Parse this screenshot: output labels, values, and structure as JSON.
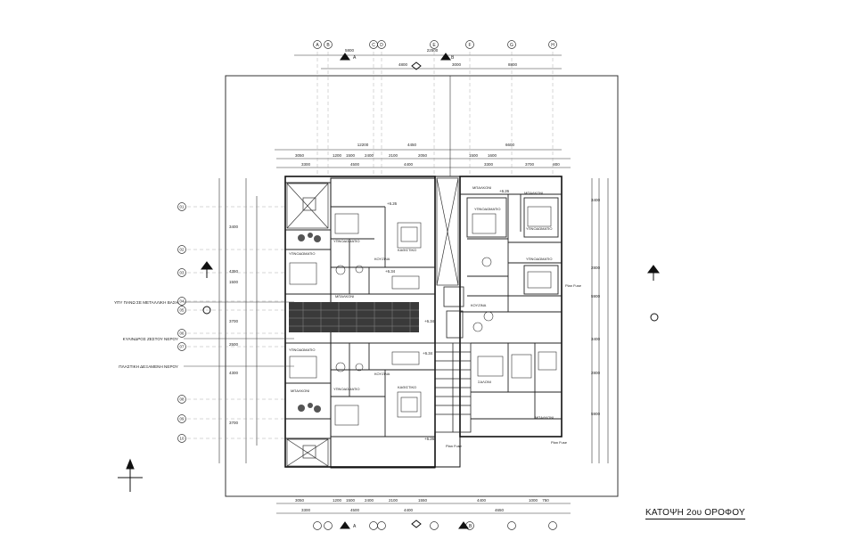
{
  "drawing": {
    "title": "ΚΑΤΟΨΗ 2ου ΟΡΟΦΟΥ",
    "grid_columns": [
      "A",
      "B",
      "C",
      "D",
      "E",
      "F",
      "G",
      "H"
    ],
    "grid_rows": [
      "01",
      "02",
      "03",
      "04",
      "05",
      "06",
      "07",
      "08",
      "09",
      "10"
    ],
    "section_marks": [
      "A",
      "A",
      "B",
      "B"
    ],
    "side_notes": [
      "ΥΠΥ ΠΑΝΩ ΣΕ ΜΕΤΑΛΛΙΚΗ ΒΑΣΗ",
      "ΚΥΛΙΝΔΡΟΣ ΖΕΣΤΟΥ ΝΕΡΟΥ",
      "ΠΛΑΣΤΙΚΗ ΔΕΞΑΜΕΝΗ ΝΕΡΟΥ"
    ],
    "top_dims": [
      "5800",
      "22500",
      "4800",
      "3000",
      "8800",
      "12200",
      "4450",
      "6600"
    ],
    "top_dims2": [
      "3050",
      "1200",
      "1500",
      "2400",
      "2100",
      "2050",
      "1500",
      "1600"
    ],
    "top_dims3": [
      "3300",
      "4500",
      "4400",
      "3300",
      "3700",
      "800"
    ],
    "bottom_dims": [
      "3050",
      "1200",
      "1500",
      "2400",
      "2100",
      "1550",
      "4400",
      "1000",
      "750"
    ],
    "bottom_dims2": [
      "3300",
      "4500",
      "4400",
      "4650"
    ],
    "left_dims": [
      "3400",
      "4350",
      "1500",
      "3700",
      "2500",
      "4300",
      "3700"
    ],
    "right_dims": [
      "3400",
      "2800",
      "5900",
      "3400",
      "2800",
      "5900"
    ],
    "room_labels": [
      "ΥΠΝΟΔΩΜΑΤΙΟ",
      "ΥΠΝΟΔΩΜΑΤΙΟ",
      "ΚΟΥΖΙΝΑ",
      "ΚΑΘΙΣΤΙΚΟ",
      "ΜΠΑΛΚΟΝΙ",
      "ΜΠΑΛΚΟΝΙ",
      "ΥΠΝΟΔΩΜΑΤΙΟ",
      "ΥΠΝΟΔΩΜΑΤΙΟ",
      "ΚΟΥΖΙΝΑ",
      "ΚΑΘΙΣΤΙΚΟ",
      "ΥΠΝΟΔΩΜΑΤΙΟ",
      "ΥΠΝΟΔΩΜΑΤΙΟ",
      "ΥΠΝΟΔΩΜΑΤΙΟ",
      "ΚΟΥΖΙΝΑ",
      "ΣΑΛΟΝΙ",
      "ΜΠΑΛΚΟΝΙ",
      "ΜΠΑΛΚΟΝΙ",
      "ΜΠΑΛΚΟΝΙ"
    ],
    "levels": [
      "+6.26",
      "+6.34",
      "+6.34",
      "+6.34",
      "+6.26",
      "+6.26"
    ],
    "callouts": [
      "Plan Fuse",
      "Plan Fuse",
      "Plan Fuse"
    ]
  }
}
